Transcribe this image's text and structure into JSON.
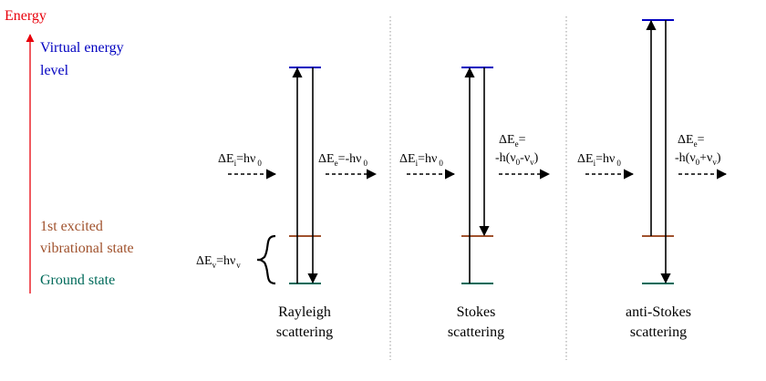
{
  "energy_axis": {
    "label": "Energy"
  },
  "levels": {
    "virtual": "Virtual energy",
    "virtual_line2": "level",
    "excited_line1": "1st excited",
    "excited_line2": "vibrational state",
    "ground": "Ground state"
  },
  "rayleigh": {
    "incident": {
      "lhs": "ΔE",
      "sub": "i",
      "mid": "=hν",
      "sub2": "0"
    },
    "emitted": {
      "lhs": "ΔE",
      "sub": "e",
      "mid": "=-hν",
      "sub2": "0"
    },
    "vib_gap": {
      "lhs": "ΔE",
      "sub": "v",
      "mid": "=hν",
      "sub2": "v"
    },
    "caption_line1": "Rayleigh",
    "caption_line2": "scattering"
  },
  "stokes": {
    "incident": {
      "lhs": "ΔE",
      "sub": "i",
      "mid": "=hν",
      "sub2": "0"
    },
    "emitted_line1": {
      "lhs": "ΔE",
      "sub": "e",
      "rest": "="
    },
    "emitted_line2": {
      "a": "-h(ν",
      "sub": "0",
      "b": "-ν",
      "sub2": "v",
      "c": ")"
    },
    "caption_line1": "Stokes",
    "caption_line2": "scattering"
  },
  "anti_stokes": {
    "incident": {
      "lhs": "ΔE",
      "sub": "i",
      "mid": "=hν",
      "sub2": "0"
    },
    "emitted_line1": {
      "lhs": "ΔE",
      "sub": "e",
      "rest": "="
    },
    "emitted_line2": {
      "a": "-h(ν",
      "sub": "0",
      "b": "+ν",
      "sub2": "v",
      "c": ")"
    },
    "caption_line1": "anti-Stokes",
    "caption_line2": "scattering"
  },
  "colors": {
    "energy": "#e8000b",
    "virtual": "#0000c0",
    "excited": "#a0522d",
    "ground": "#006a5a",
    "ink": "#000000",
    "divider": "#9a9a9a"
  }
}
